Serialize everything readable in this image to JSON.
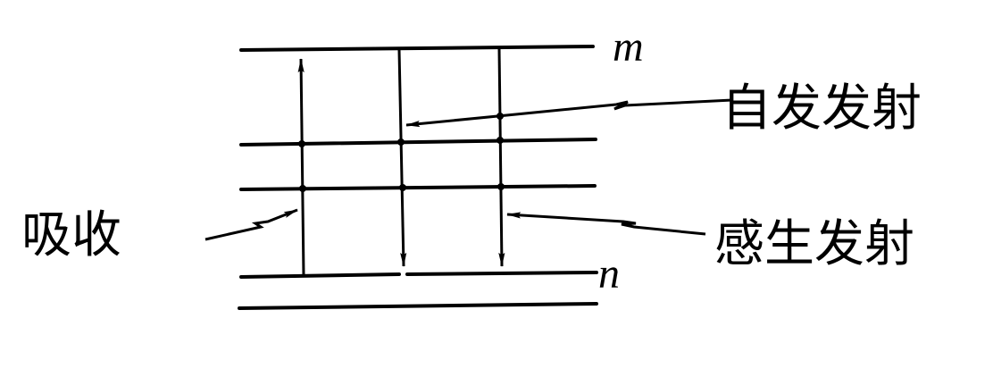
{
  "labels": {
    "upper_level": "m",
    "lower_level": "n",
    "spontaneous_emission": "自发发射",
    "absorption": "吸收",
    "stimulated_emission": "感生发射"
  },
  "colors": {
    "ink": "#000000",
    "background": "#ffffff"
  }
}
